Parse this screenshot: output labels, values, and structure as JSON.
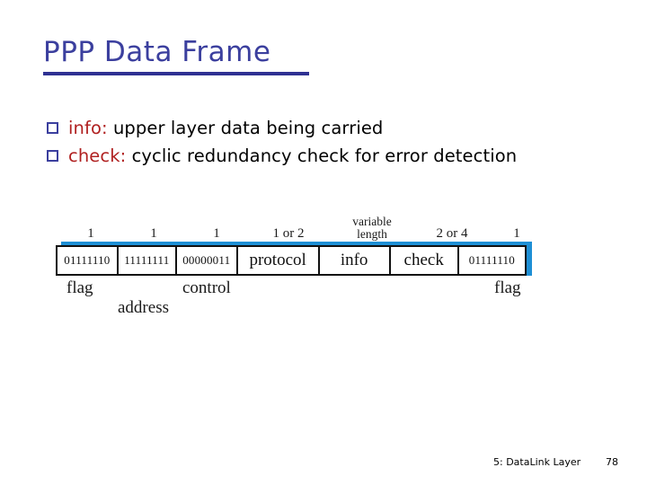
{
  "slide": {
    "title": "PPP Data Frame",
    "bullets": [
      {
        "keyword": "info:",
        "text": " upper layer data being carried"
      },
      {
        "keyword": "check:",
        "text": "  cyclic redundancy check for error detection"
      }
    ]
  },
  "diagram": {
    "size_labels": [
      {
        "text": "1"
      },
      {
        "text": "1"
      },
      {
        "text": "1"
      },
      {
        "text": "1 or 2"
      },
      {
        "line1": "variable",
        "line2": "length"
      },
      {
        "text": "2 or 4"
      },
      {
        "text": "1"
      }
    ],
    "fields": [
      {
        "value": "01111110"
      },
      {
        "value": "11111111"
      },
      {
        "value": "00000011"
      },
      {
        "value": "protocol"
      },
      {
        "value": "info"
      },
      {
        "value": "check"
      },
      {
        "value": "01111110"
      }
    ],
    "name_labels": [
      {
        "text": "flag"
      },
      {
        "text": "address"
      },
      {
        "text": "control"
      },
      {
        "text": "flag"
      }
    ]
  },
  "footer": {
    "chapter": "5: DataLink Layer",
    "page": "78"
  },
  "colors": {
    "title": "#3b3f9e",
    "rule": "#2f3192",
    "keyword": "#b02020",
    "bar": "#1e8fd5",
    "border": "#111111"
  }
}
